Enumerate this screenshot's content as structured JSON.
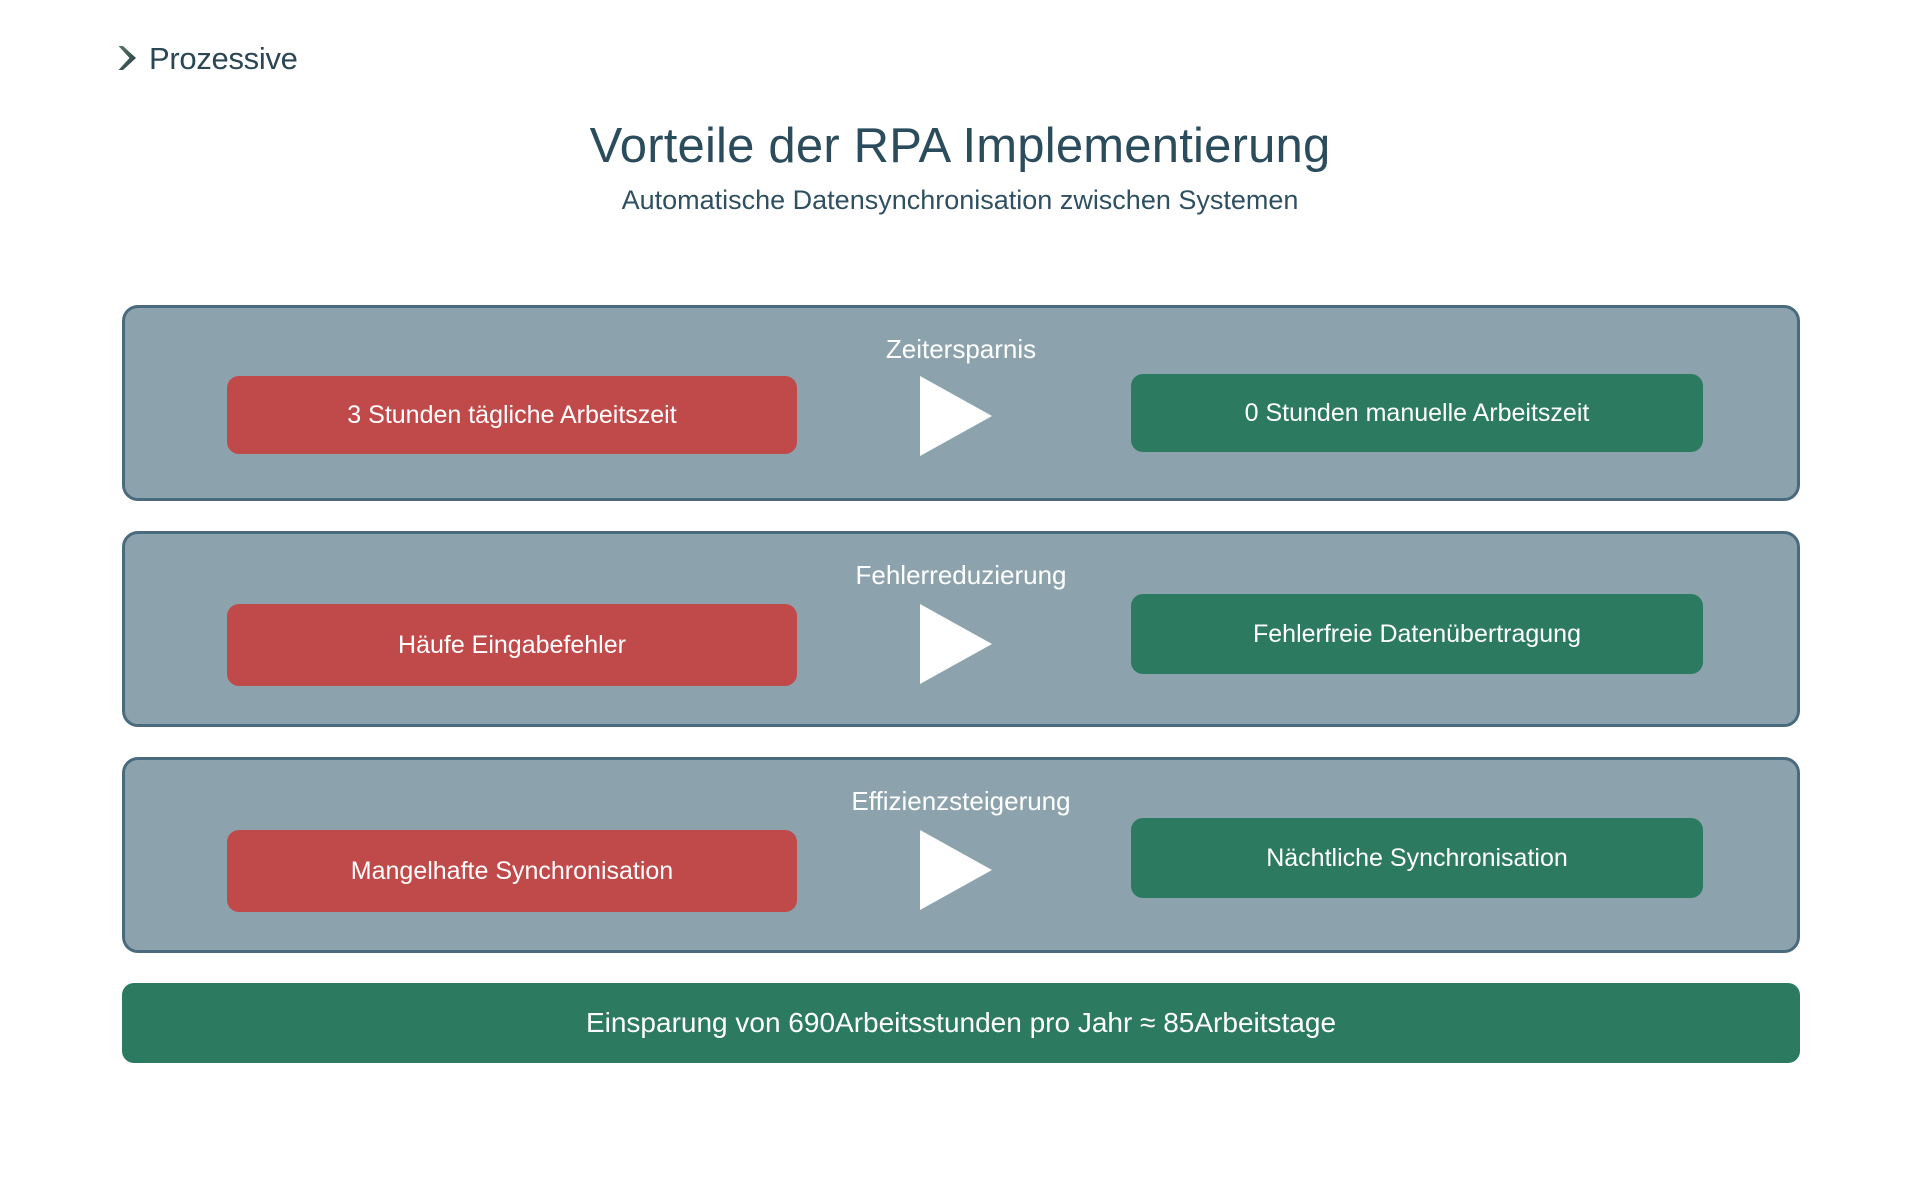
{
  "brand": {
    "name": "Prozessive",
    "mark_icon": "chevron-right-icon",
    "text_color": "#2B4654",
    "mark_gradient_from": "#5E7A63",
    "mark_gradient_to": "#233A4A"
  },
  "header": {
    "title": "Vorteile der RPA Implementierung",
    "subtitle": "Automatische Datensynchronisation zwischen Systemen",
    "title_color": "#2B4C5C"
  },
  "palette": {
    "card_background": "#8CA3AE",
    "card_border": "#4A6B7E",
    "before_pill": "#C04A4A",
    "after_pill": "#2C7A5F",
    "arrow": "#FFFFFF",
    "page_background": "#FFFFFF"
  },
  "rows": [
    {
      "label": "Zeitersparnis",
      "before": "3 Stunden tägliche Arbeitszeit",
      "arrow_icon": "triangle-right-icon",
      "after": "0 Stunden manuelle Arbeitszeit"
    },
    {
      "label": "Fehlerreduzierung",
      "before": "Häufe Eingabefehler",
      "arrow_icon": "triangle-right-icon",
      "after": "Fehlerfreie Datenübertragung"
    },
    {
      "label": "Effizienzsteigerung",
      "before": "Mangelhafte Synchronisation",
      "arrow_icon": "triangle-right-icon",
      "after": "Nächtliche Synchronisation"
    }
  ],
  "summary": {
    "text": "Einsparung von 690Arbeitsstunden pro Jahr  ≈ 85Arbeitstage",
    "hours_per_year": 690,
    "workdays": 85
  }
}
